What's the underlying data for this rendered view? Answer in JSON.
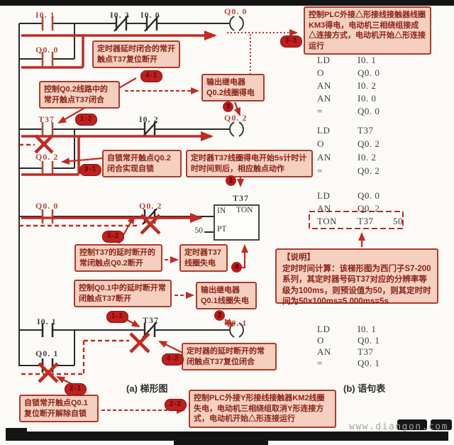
{
  "captions": {
    "ladder": "(a) 梯形图",
    "statement": "(b) 语句表"
  },
  "watermark": "www.diangon.com",
  "colors": {
    "highlight_red": "#c22a22",
    "box_fill": "#f5d0c0",
    "box_border": "#ac3a2c",
    "box_text": "#8a2418",
    "wire_black": "#2a2a2a"
  },
  "ladder": {
    "labels": {
      "r1_in1": "I0. 1",
      "r1_in2": "I0. 2",
      "r1_in3": "I0. 0",
      "r1_coil": "Q0. 0",
      "r1_hold": "Q0. 0",
      "r2_in1": "T37",
      "r2_in2": "I0. 2",
      "r2_coil": "Q0. 2",
      "r2_hold": "Q0. 2",
      "r3_in1": "Q0. 0",
      "r3_in2": "Q0. 2",
      "r3_timer_tag": "T37",
      "r4_in1": "I0. 1",
      "r4_in2": "T37",
      "r4_coil": "Q0. 1",
      "r4_hold": "Q0. 1"
    },
    "timer_box": {
      "in": "IN",
      "type": "TON",
      "pt": "PT",
      "preset": "50"
    }
  },
  "annotations": {
    "t37_no_reset": "定时器延时闭合的常开触点T37复位断开",
    "t37_no_close": "控制Q0.2线路中的常开触点T37闭合",
    "q02_coil_on": "输出继电器Q0.2线圈得电",
    "q02_selfhold": "自锁常开触点Q0.2闭合实现自锁",
    "timer_start": "定时器T37线圈得电开始5s计时计时时间到后，相应触点动作",
    "q02_nc_open": "控制T37的延时断开的常闭触点Q0.2断开",
    "timer_off": "定时器T37线圈失电",
    "t37_nc_open": "控制Q0.1中的延时断开常闭触点T37断开",
    "q01_coil_off": "输出继电器Q0.1线圈失电",
    "t37_nc_reset": "定时器的延时断开的常闭触点T37复位闭合",
    "q01_unlatch": "自锁常开触点Q0.1复位断开解除自锁",
    "km2_off": "控制PLC外接Y形接线接触器KM2线圈失电，电动机三相绕组取消Y形连接方式，电动机开始△形连接运行",
    "km3_on": "控制PLC外接△形接线接触器线圈KM3得电，电动机三相绕组接成△连接方式，电动机开始△形连接运行"
  },
  "markers": {
    "ovals": {
      "m41": "4-1",
      "m12": "1-2",
      "m33": "3-3",
      "m31": "3-1",
      "m32": "3-2",
      "m11": "1-1",
      "m21": "2-1",
      "m42": "4-2",
      "m22": "2-2"
    },
    "circles": {
      "c1": "1",
      "c2": "2",
      "c3": "3",
      "c4": "4"
    }
  },
  "note": {
    "title": "【说明】",
    "body": "定时时间计算：该梯形图为西门子S7-200系列，其定时器号码T37对应的分辨率等级为100ms，则预设值为50，则其定时时间为50×100ms=5 000ms=5s"
  },
  "stl": {
    "g1": [
      {
        "op": "LD",
        "arg": "I0. 1"
      },
      {
        "op": "O",
        "arg": "Q0. 0"
      },
      {
        "op": "AN",
        "arg": "I0. 2"
      },
      {
        "op": "AN",
        "arg": "I0. 0"
      },
      {
        "op": "=",
        "arg": "Q0. 0"
      }
    ],
    "g2": [
      {
        "op": "LD",
        "arg": "T37"
      },
      {
        "op": "O",
        "arg": "Q0. 2"
      },
      {
        "op": "AN",
        "arg": "I0. 2"
      },
      {
        "op": "=",
        "arg": "Q0. 2"
      }
    ],
    "g3": [
      {
        "op": "LD",
        "arg": "Q0. 0"
      },
      {
        "op": "AN",
        "arg": "Q0. 2"
      },
      {
        "op": "TON",
        "arg": "T37",
        "arg2": "50"
      }
    ],
    "g4": [
      {
        "op": "LD",
        "arg": "I0. 1"
      },
      {
        "op": "O",
        "arg": "Q0. 1"
      },
      {
        "op": "AN",
        "arg": "T37"
      },
      {
        "op": "=",
        "arg": "Q0. 1"
      }
    ]
  }
}
